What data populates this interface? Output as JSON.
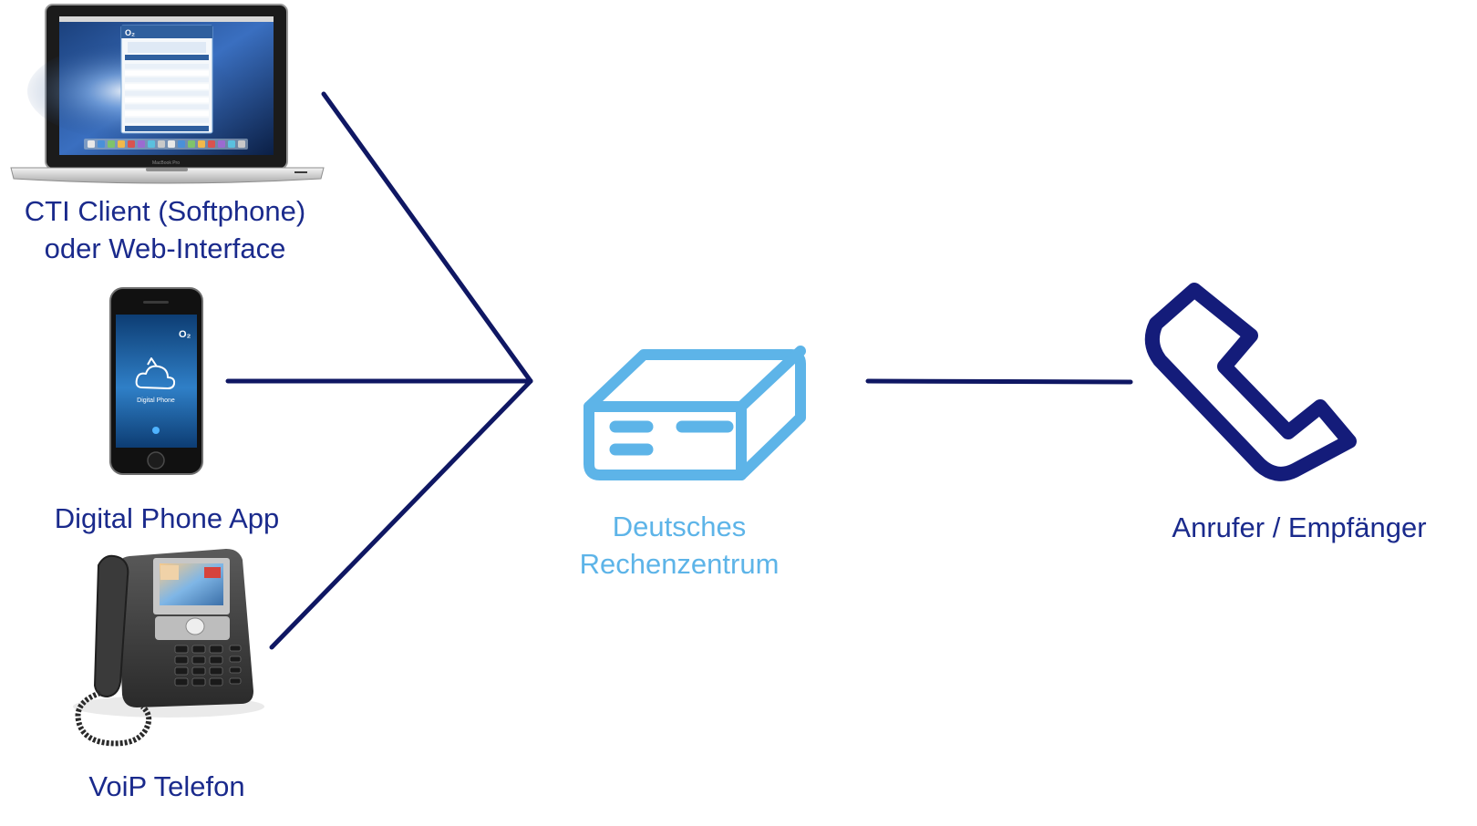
{
  "colors": {
    "connector": "#0f1763",
    "label_dark": "#1a2a8c",
    "label_light": "#5db4e8",
    "server": "#5db4e8",
    "handset": "#141c7a",
    "o2": "#1d4f8f"
  },
  "nodes": {
    "laptop": {
      "line1": "CTI Client (Softphone)",
      "line2": "oder Web-Interface",
      "icon": "laptop-icon",
      "screen_logo": "O₂",
      "brand": "MacBook Pro"
    },
    "phone_app": {
      "label": "Digital Phone App",
      "icon": "smartphone-icon",
      "screen_logo": "O₂",
      "screen_caption": "Digital Phone"
    },
    "voip": {
      "label": "VoiP Telefon",
      "icon": "desk-phone-icon"
    },
    "datacenter": {
      "line1": "Deutsches",
      "line2": "Rechenzentrum",
      "icon": "server-icon"
    },
    "caller": {
      "label": "Anrufer / Empfänger",
      "icon": "phone-handset-icon"
    }
  }
}
